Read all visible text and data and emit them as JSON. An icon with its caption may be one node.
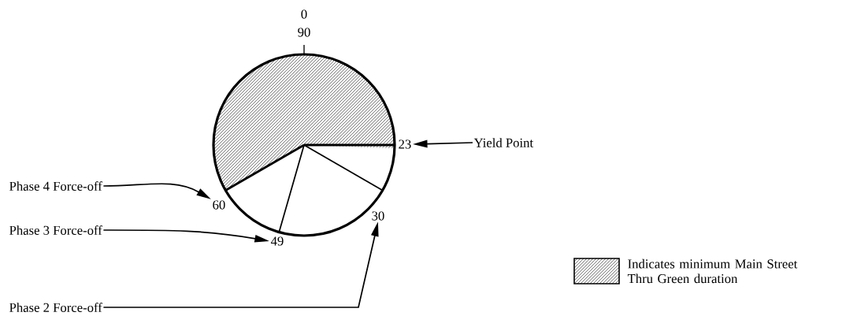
{
  "diagram": {
    "nodes": [
      {
        "text": [
          "Yield Point"
        ]
      },
      {
        "text": [
          "23"
        ]
      },
      {
        "text": [
          "Phase 4 Force-off"
        ]
      },
      {
        "text": [
          "60"
        ]
      },
      {
        "text": [
          "Phase 3 Force-off"
        ]
      },
      {
        "text": [
          "49"
        ]
      },
      {
        "text": [
          "Phase 2 Force-off"
        ]
      },
      {
        "text": [
          "30"
        ]
      }
    ],
    "edges": [
      {
        "from": 0,
        "to": 1,
        "arrow": "to"
      },
      {
        "from": 2,
        "to": 3,
        "arrow": "to"
      },
      {
        "from": 4,
        "to": 5,
        "arrow": "to"
      },
      {
        "from": 6,
        "to": 7,
        "arrow": "to"
      }
    ],
    "labels": [
      "0",
      "90"
    ],
    "legend": [
      {
        "text": "Indicates minimum Main Street Thru Green duration"
      }
    ]
  }
}
